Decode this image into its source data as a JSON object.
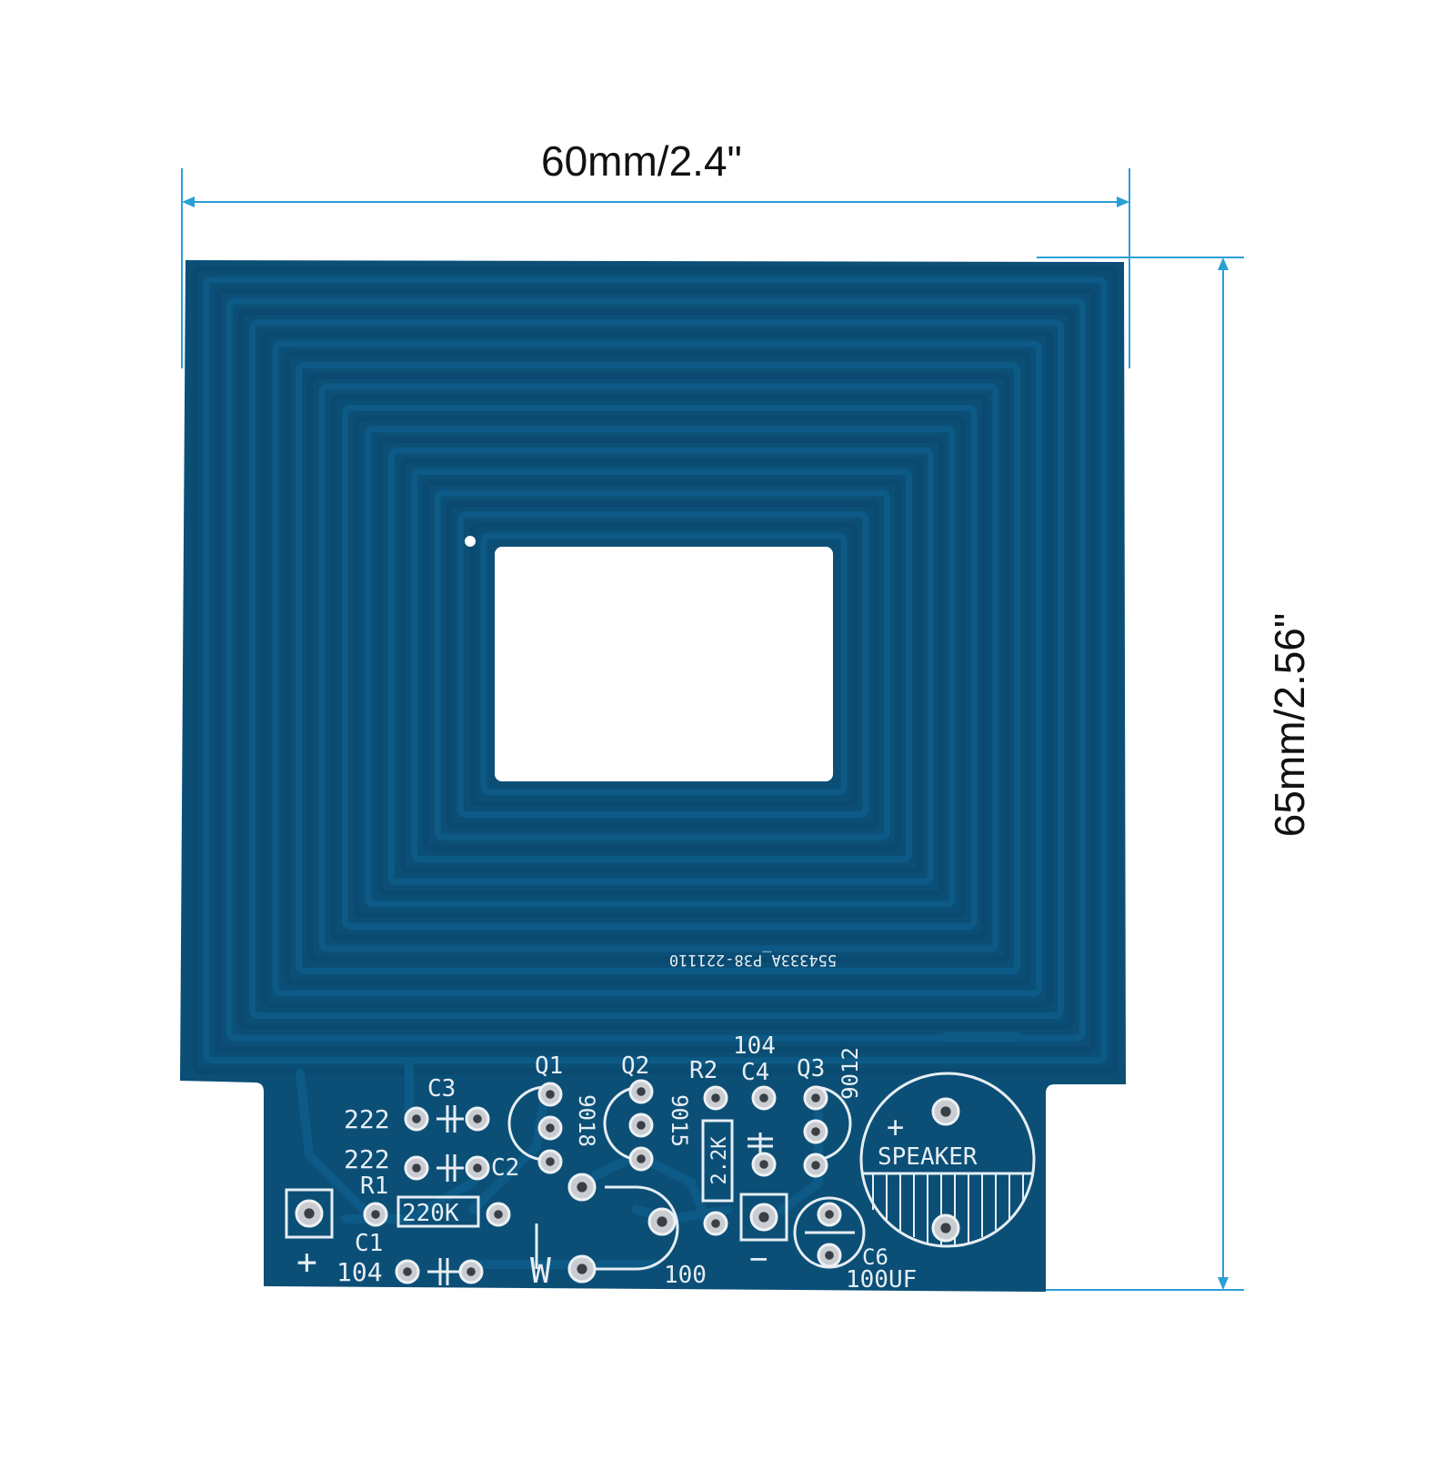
{
  "dimensions": {
    "width": "60mm/2.4\"",
    "height": "65mm/2.56\""
  },
  "colors": {
    "board": "#0b4f77",
    "board_dark": "#083d5e",
    "trace": "#0d5a86",
    "silkscreen": "#e6eef3",
    "dimension_line": "#2a9fd6",
    "pad": "#c9cdd2"
  },
  "board": {
    "serial": "554333A_P38-221110",
    "labels": {
      "c3": "C3",
      "c3_val": "222",
      "c2": "C2",
      "c2_val": "222",
      "r1": "R1",
      "r1_val": "220K",
      "c1": "C1",
      "c1_val": "104",
      "q1": "Q1",
      "q1_part": "9018",
      "q2": "Q2",
      "q2_part": "9015",
      "r2": "R2",
      "r2_val": "2.2K",
      "c4": "C4",
      "c4_val": "104",
      "q3": "Q3",
      "q3_part": "9012",
      "speaker": "SPEAKER",
      "c6": "C6",
      "c6_val": "100UF",
      "w": "W",
      "w_val": "100",
      "plus": "+",
      "minus": "−",
      "speaker_plus": "+"
    }
  }
}
